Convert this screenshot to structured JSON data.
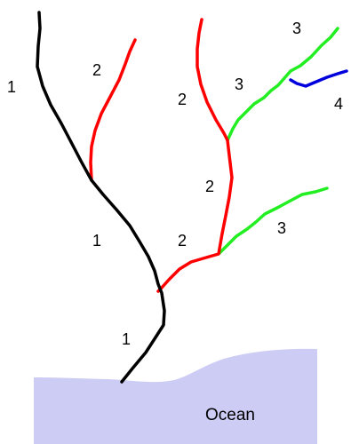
{
  "colors": {
    "order_1": "#000000",
    "order_2": "#ff0000",
    "order_3": "#22ee22",
    "order_4": "#0000dd",
    "ocean": "#ccccf5"
  },
  "ocean": {
    "label": "Ocean"
  },
  "order_labels": {
    "black_upper": "1",
    "black_middle": "1",
    "black_lower": "1",
    "red_left": "2",
    "red_top": "2",
    "red_middle": "2",
    "red_lower": "2",
    "green_top_left": "3",
    "green_top_right": "3",
    "green_lower": "3",
    "blue": "4"
  }
}
